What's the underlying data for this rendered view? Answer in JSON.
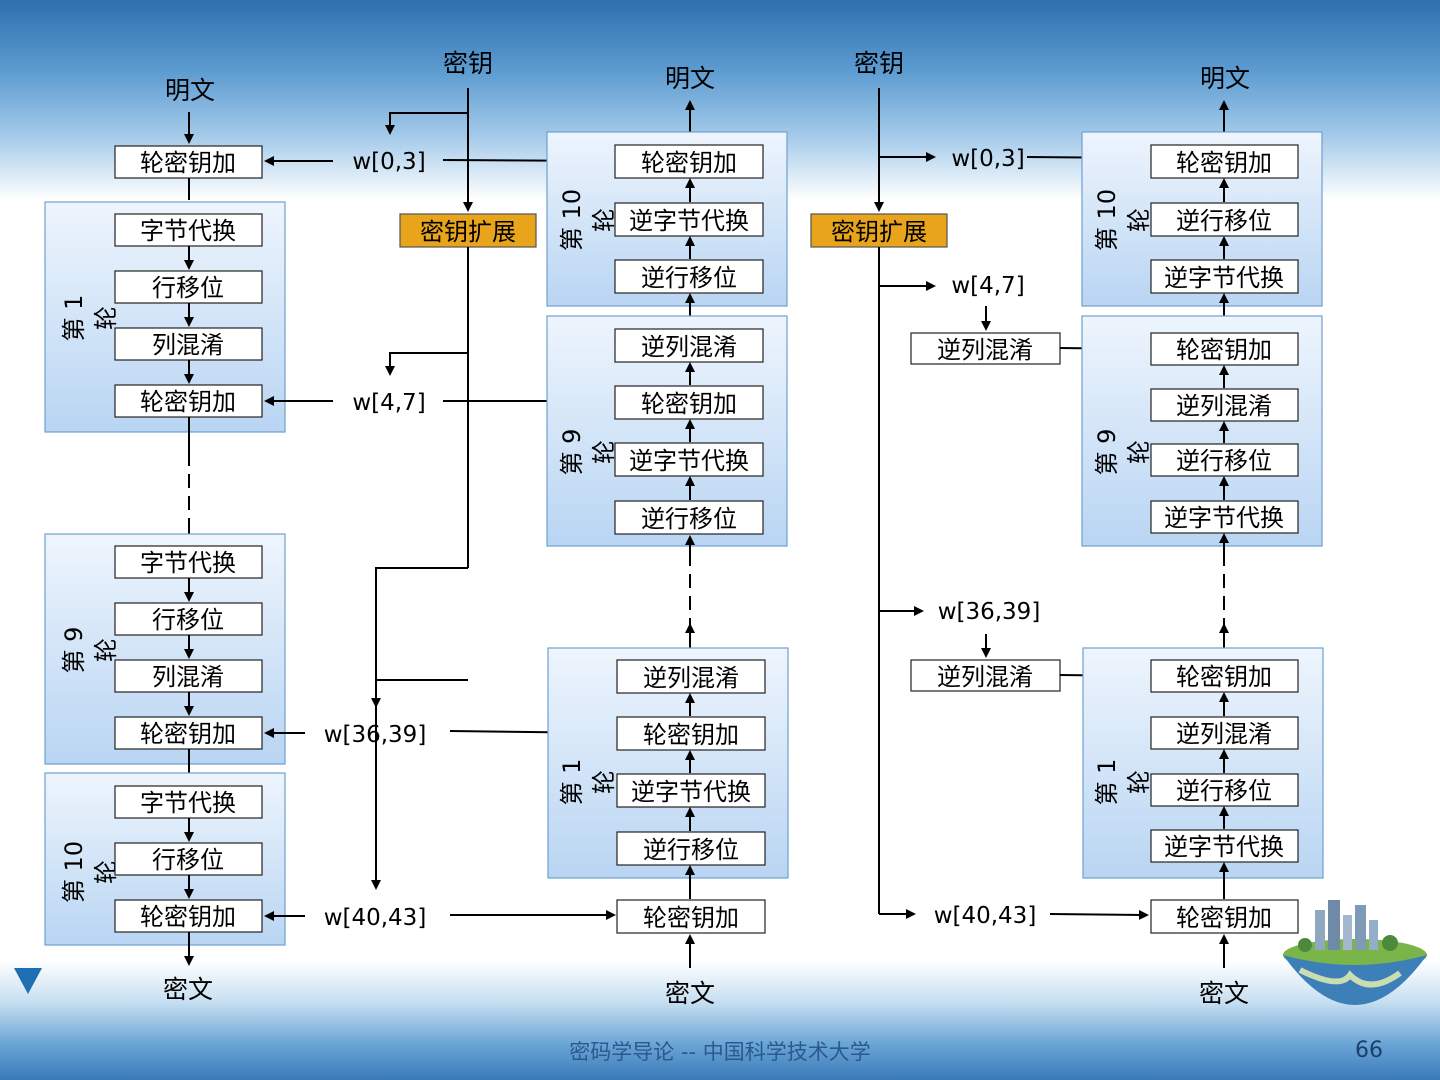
{
  "labels": {
    "plaintext": "明文",
    "ciphertext": "密文",
    "key": "密钥",
    "key_expansion": "密钥扩展",
    "w0_3": "w[0,3]",
    "w4_7": "w[4,7]",
    "w36_39": "w[36,39]",
    "w40_43": "w[40,43]"
  },
  "ops": {
    "add_round_key": "轮密钥加",
    "sub_bytes": "字节代换",
    "shift_rows": "行移位",
    "mix_columns": "列混淆",
    "inv_sub_bytes": "逆字节代换",
    "inv_shift_rows": "逆行移位",
    "inv_mix_columns": "逆列混淆"
  },
  "rounds": {
    "r1": [
      "第 1",
      "轮"
    ],
    "r9": [
      "第 9",
      "轮"
    ],
    "r10": [
      "第 10",
      "轮"
    ]
  },
  "footer": {
    "text": "密码学导论 -- 中国科学技术大学",
    "page": "66"
  },
  "colors": {
    "key_expansion_fill": "#e8a41a",
    "stage_fill_top": "#eef5fd",
    "stage_fill_bottom": "#b9d5f3",
    "footer_text": "#2a5a8c"
  }
}
